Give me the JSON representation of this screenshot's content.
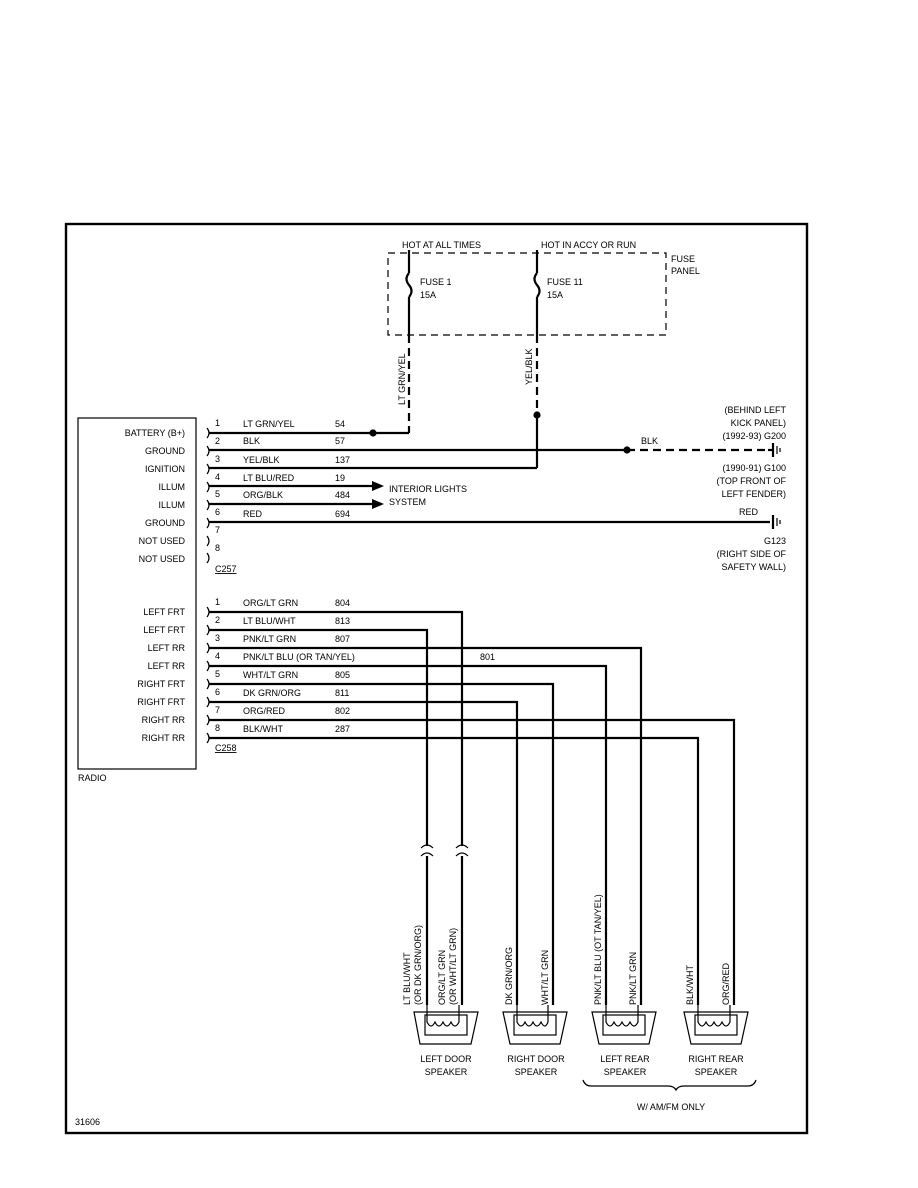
{
  "fuse_panel": {
    "hot_at_all_times": "HOT AT ALL TIMES",
    "hot_in_accy_or_run": "HOT IN ACCY OR RUN",
    "panel_label_1": "FUSE",
    "panel_label_2": "PANEL",
    "fuse1_name": "FUSE 1",
    "fuse1_rating": "15A",
    "fuse11_name": "FUSE 11",
    "fuse11_rating": "15A",
    "wire_left": "LT GRN/YEL",
    "wire_right": "YEL/BLK"
  },
  "radio": {
    "label": "RADIO",
    "connector_1": "C257",
    "connector_2": "C258",
    "pins_c257": [
      {
        "name": "BATTERY (B+)",
        "pin": "1",
        "color": "LT GRN/YEL",
        "circuit": "54"
      },
      {
        "name": "GROUND",
        "pin": "2",
        "color": "BLK",
        "circuit": "57"
      },
      {
        "name": "IGNITION",
        "pin": "3",
        "color": "YEL/BLK",
        "circuit": "137"
      },
      {
        "name": "ILLUM",
        "pin": "4",
        "color": "LT BLU/RED",
        "circuit": "19"
      },
      {
        "name": "ILLUM",
        "pin": "5",
        "color": "ORG/BLK",
        "circuit": "484"
      },
      {
        "name": "GROUND",
        "pin": "6",
        "color": "RED",
        "circuit": "694"
      },
      {
        "name": "NOT USED",
        "pin": "7",
        "color": "",
        "circuit": ""
      },
      {
        "name": "NOT USED",
        "pin": "8",
        "color": "",
        "circuit": ""
      }
    ],
    "pins_c258": [
      {
        "name": "LEFT FRT",
        "pin": "1",
        "color": "ORG/LT GRN",
        "circuit": "804"
      },
      {
        "name": "LEFT FRT",
        "pin": "2",
        "color": "LT BLU/WHT",
        "circuit": "813"
      },
      {
        "name": "LEFT RR",
        "pin": "3",
        "color": "PNK/LT GRN",
        "circuit": "807"
      },
      {
        "name": "LEFT RR",
        "pin": "4",
        "color": "PNK/LT BLU (OR TAN/YEL)",
        "circuit": "801"
      },
      {
        "name": "RIGHT FRT",
        "pin": "5",
        "color": "WHT/LT GRN",
        "circuit": "805"
      },
      {
        "name": "RIGHT FRT",
        "pin": "6",
        "color": "DK GRN/ORG",
        "circuit": "811"
      },
      {
        "name": "RIGHT RR",
        "pin": "7",
        "color": "ORG/RED",
        "circuit": "802"
      },
      {
        "name": "RIGHT RR",
        "pin": "8",
        "color": "BLK/WHT",
        "circuit": "287"
      }
    ]
  },
  "grounds": {
    "blk_label": "BLK",
    "g200_lines": [
      "(BEHIND LEFT",
      "KICK PANEL)",
      "(1992-93) G200"
    ],
    "g100_lines": [
      "(1990-91) G100",
      "(TOP FRONT OF",
      "LEFT FENDER)"
    ],
    "red_label": "RED",
    "g123_lines": [
      "G123",
      "(RIGHT SIDE OF",
      "SAFETY WALL)"
    ]
  },
  "interior_lights_lines": [
    "INTERIOR LIGHTS",
    "SYSTEM"
  ],
  "speakers": [
    {
      "name_1": "LEFT DOOR",
      "name_2": "SPEAKER",
      "wire_a": [
        "LT BLU/WHT",
        "(OR DK GRN/ORG)"
      ],
      "wire_b": [
        "ORG/LT GRN",
        "(OR WHT/LT GRN)"
      ]
    },
    {
      "name_1": "RIGHT DOOR",
      "name_2": "SPEAKER",
      "wire_a": [
        "DK GRN/ORG"
      ],
      "wire_b": [
        "WHT/LT GRN"
      ]
    },
    {
      "name_1": "LEFT REAR",
      "name_2": "SPEAKER",
      "wire_a": [
        "PNK/LT BLU (OT TAN/YEL)"
      ],
      "wire_b": [
        "PNK/LT GRN"
      ]
    },
    {
      "name_1": "RIGHT REAR",
      "name_2": "SPEAKER",
      "wire_a": [
        "BLK/WHT"
      ],
      "wire_b": [
        "ORG/RED"
      ]
    }
  ],
  "am_fm_note": "W/ AM/FM ONLY",
  "figure_number": "31606"
}
